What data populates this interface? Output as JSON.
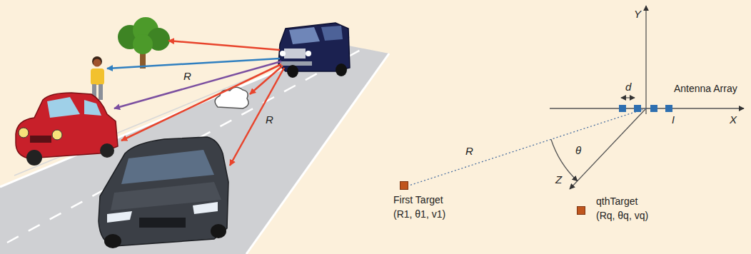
{
  "diagram": {
    "nodes": [
      {
        "text": [
          "First Target",
          "(R1, θ1, v1)"
        ]
      },
      {
        "text": [
          "qthTarget",
          "(Rq, θq, vq)"
        ]
      }
    ],
    "labels": [
      "R",
      "R",
      "d",
      "Antenna Array",
      "Y",
      "X",
      "I",
      "R",
      "θ",
      "Z"
    ]
  }
}
